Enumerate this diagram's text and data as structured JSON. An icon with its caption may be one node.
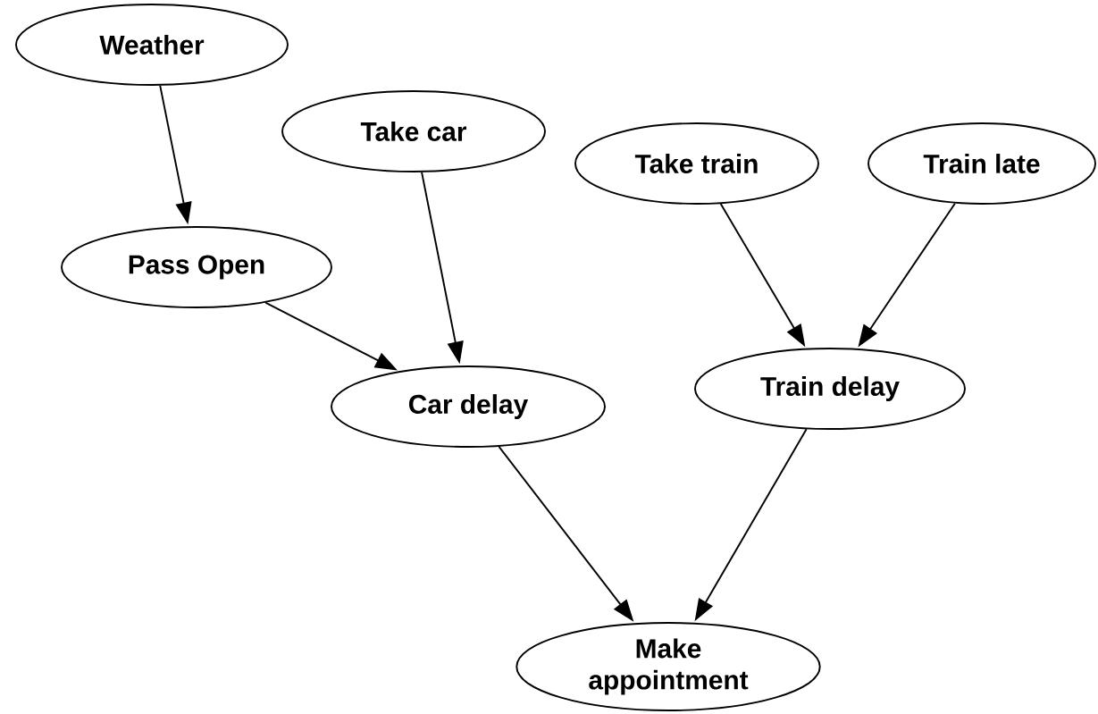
{
  "diagram": {
    "nodes": [
      {
        "text": [
          "Weather"
        ]
      },
      {
        "text": [
          "Take car"
        ]
      },
      {
        "text": [
          "Take train"
        ]
      },
      {
        "text": [
          "Train late"
        ]
      },
      {
        "text": [
          "Pass Open"
        ]
      },
      {
        "text": [
          "Car delay"
        ]
      },
      {
        "text": [
          "Train delay"
        ]
      },
      {
        "text": [
          "Make appointment"
        ]
      }
    ],
    "edges": [
      {
        "from": 0,
        "to": 4,
        "arrow": "to"
      },
      {
        "from": 4,
        "to": 5,
        "arrow": "to"
      },
      {
        "from": 1,
        "to": 5,
        "arrow": "to"
      },
      {
        "from": 2,
        "to": 6,
        "arrow": "to"
      },
      {
        "from": 3,
        "to": 6,
        "arrow": "to"
      },
      {
        "from": 5,
        "to": 7,
        "arrow": "to"
      },
      {
        "from": 6,
        "to": 7,
        "arrow": "to"
      }
    ]
  }
}
